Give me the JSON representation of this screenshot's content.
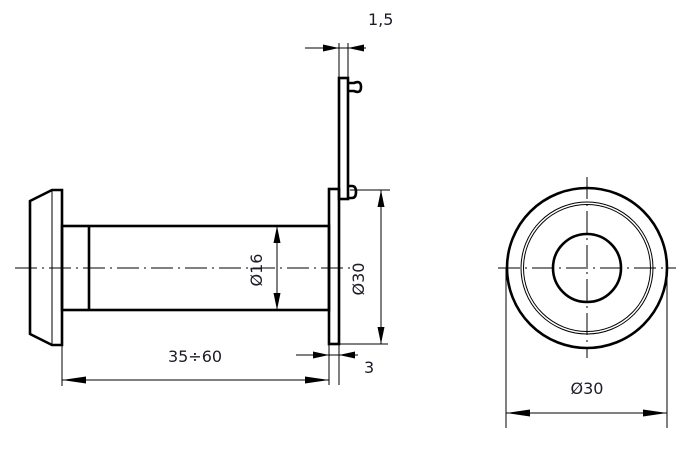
{
  "drawing": {
    "side_view": {
      "dim_plate_thickness": "1,5",
      "dim_tube_diameter": "Ø16",
      "dim_flange_diameter": "Ø30",
      "dim_flange_thickness": "3",
      "dim_door_thickness": "35÷60"
    },
    "front_view": {
      "dim_outer_diameter": "Ø30"
    }
  }
}
